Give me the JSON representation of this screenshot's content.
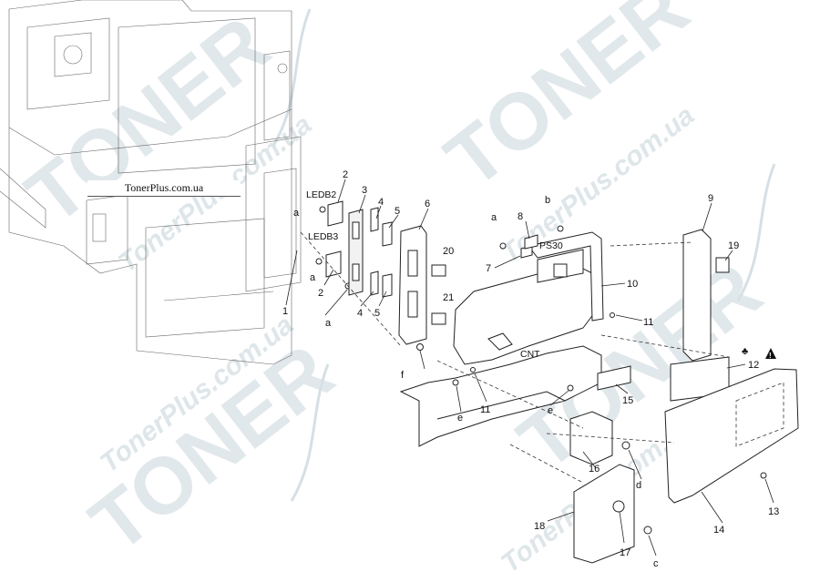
{
  "watermark": {
    "brand": "TONER",
    "url": "TonerPlus.com.ua"
  },
  "sticker": {
    "text": "TonerPlus.com.ua"
  },
  "labels": {
    "n1": "1",
    "n2a": "2",
    "n2b": "2",
    "n3": "3",
    "n4a": "4",
    "n4b": "4",
    "n5a": "5",
    "n5b": "5",
    "n6": "6",
    "n7": "7",
    "n8": "8",
    "n9": "9",
    "n10": "10",
    "n11a": "11",
    "n11b": "11",
    "n12": "12",
    "n13": "13",
    "n14": "14",
    "n15": "15",
    "n16": "16",
    "n17": "17",
    "n18": "18",
    "n19": "19",
    "n20": "20",
    "n21": "21",
    "a1": "a",
    "a2": "a",
    "a3": "a",
    "a4": "a",
    "b": "b",
    "c": "c",
    "d": "d",
    "e1": "e",
    "e2": "e",
    "f": "f",
    "ledb2": "LEDB2",
    "ledb3": "LEDB3",
    "ps30": "PS30",
    "cnt": "CNT",
    "club": "♣",
    "warn": "!"
  }
}
